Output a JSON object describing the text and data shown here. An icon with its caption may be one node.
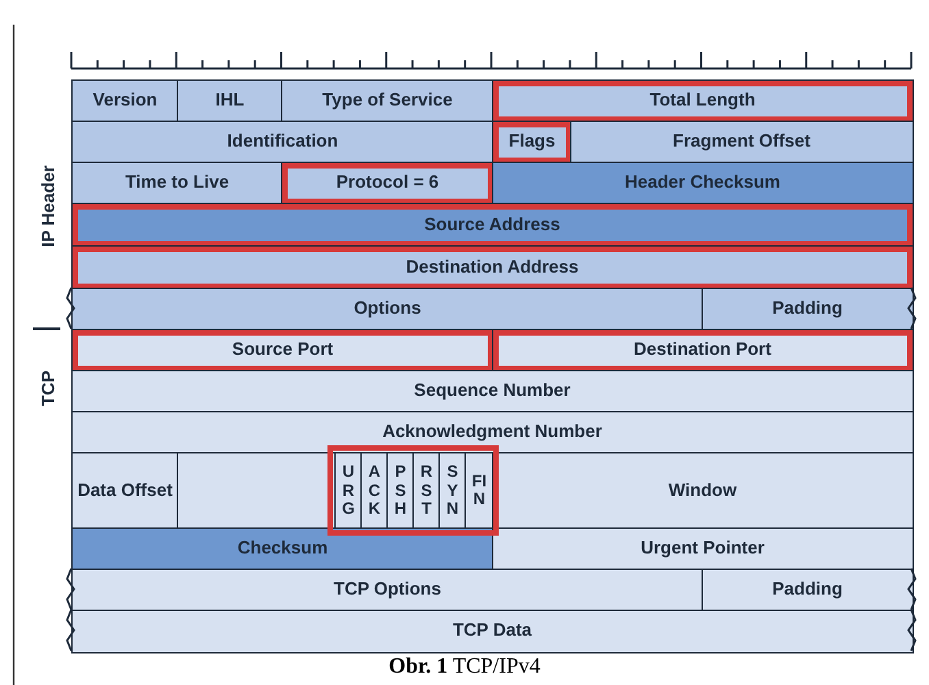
{
  "diagram": {
    "caption": "**Obr. 1** TCP/IPv4",
    "nodes": [
      {
        "text": [
          "Version"
        ]
      },
      {
        "text": [
          "IHL"
        ]
      },
      {
        "text": [
          "Type of Service"
        ]
      },
      {
        "text": [
          "Total Length"
        ]
      },
      {
        "text": [
          "Identification"
        ]
      },
      {
        "text": [
          "Flags"
        ]
      },
      {
        "text": [
          "Fragment Offset"
        ]
      },
      {
        "text": [
          "Time to Live"
        ]
      },
      {
        "text": [
          "Protocol = 6"
        ]
      },
      {
        "text": [
          "Header Checksum"
        ]
      },
      {
        "text": [
          "Source Address"
        ]
      },
      {
        "text": [
          "Destination Address"
        ]
      },
      {
        "text": [
          "Options"
        ]
      },
      {
        "text": [
          "Padding"
        ]
      },
      {
        "text": [
          "Source Port"
        ]
      },
      {
        "text": [
          "Destination Port"
        ]
      },
      {
        "text": [
          "Sequence Number"
        ]
      },
      {
        "text": [
          "Acknowledgment Number"
        ]
      },
      {
        "text": [
          "Data Offset"
        ]
      },
      {
        "text": [],
        "shape": "box"
      },
      {
        "text": [
          "URG"
        ]
      },
      {
        "text": [
          "ACK"
        ]
      },
      {
        "text": [
          "PSH"
        ]
      },
      {
        "text": [
          "RST"
        ]
      },
      {
        "text": [
          "SYN"
        ]
      },
      {
        "text": [
          "FIN"
        ]
      },
      {
        "text": [
          "Window"
        ]
      },
      {
        "text": [
          "Checksum"
        ]
      },
      {
        "text": [
          "Urgent Pointer"
        ]
      },
      {
        "text": [
          "TCP Options"
        ]
      },
      {
        "text": [
          "Padding"
        ]
      },
      {
        "text": [
          "TCP Data"
        ]
      }
    ],
    "labels": [
      "IP Header",
      "TCP"
    ]
  }
}
